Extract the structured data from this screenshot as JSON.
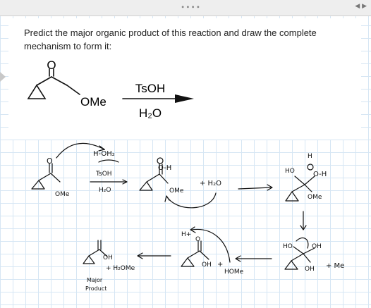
{
  "question": {
    "prompt": "Predict the major organic product of this reaction and draw the complete mechanism to form it:",
    "reagent": "TsOH",
    "solvent": "H₂O",
    "substituent": "OMe",
    "carbonyl_o": "O"
  },
  "notes": {
    "step1_reagent": "TsOH",
    "step1_solvent": "H₂O",
    "h3o_label": "H-ÖH₂",
    "ome_1": "OMe",
    "oh_protonated": "O-H",
    "plus_water": "+ H₂O",
    "ome_2": "OMe",
    "h_top": "H",
    "ho_top": "HO",
    "o_plus_h": "O-H",
    "ome_3": "OMe",
    "ho_4": "HO",
    "oh_4": "OH",
    "oh_4b": "OH",
    "plus_me": "+ Me",
    "hplus": "H+",
    "o_5": "O",
    "oh_5": "OH",
    "plus_5": "+",
    "home": "HOMe",
    "oh_product": "OH",
    "plus_h2ome": "+ H₂OMe",
    "major_1": "Major",
    "major_2": "Product"
  },
  "colors": {
    "ink": "#111111",
    "grid": "#d6e6f4",
    "topbar": "#eeeeee"
  }
}
